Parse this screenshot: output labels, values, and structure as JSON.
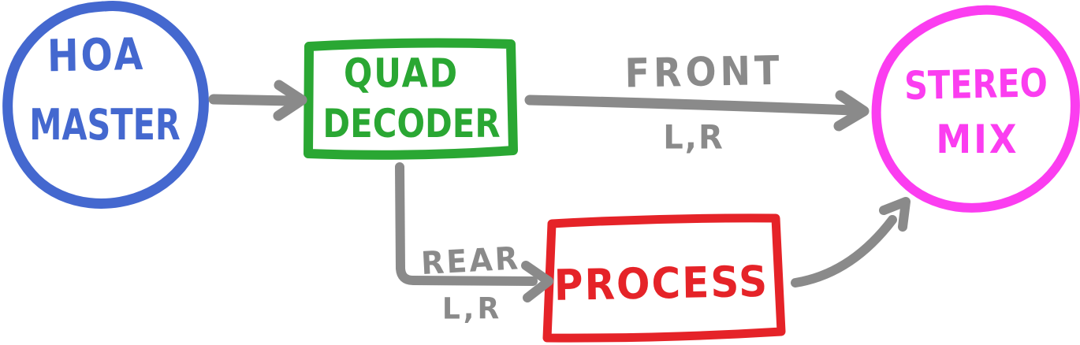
{
  "diagram": {
    "background": "#ffffff",
    "stroke_gray": "#8a8a8a",
    "nodes": {
      "hoa_master": {
        "shape": "circle",
        "color": "#4468cf",
        "line1": "HOA",
        "line2": "MASTER"
      },
      "quad_decoder": {
        "shape": "rectangle",
        "color": "#2aa733",
        "line1": "QUAD",
        "line2": "DECODER"
      },
      "stereo_mix": {
        "shape": "circle",
        "color": "#fb3df0",
        "line1": "STEREO",
        "line2": "MIX"
      },
      "process": {
        "shape": "rectangle",
        "color": "#e52328",
        "line1": "PROCESS"
      }
    },
    "edges": {
      "hoa_to_quad": {
        "from": "hoa_master",
        "to": "quad_decoder",
        "label": "",
        "sublabel": "",
        "color": "#8a8a8a"
      },
      "front": {
        "from": "quad_decoder",
        "to": "stereo_mix",
        "label": "FRONT",
        "sublabel": "L,R",
        "color": "#8a8a8a"
      },
      "rear": {
        "from": "quad_decoder",
        "to": "process",
        "label": "REAR",
        "sublabel": "L,R",
        "color": "#8a8a8a"
      },
      "process_to_mix": {
        "from": "process",
        "to": "stereo_mix",
        "label": "",
        "sublabel": "",
        "color": "#8a8a8a"
      }
    }
  }
}
